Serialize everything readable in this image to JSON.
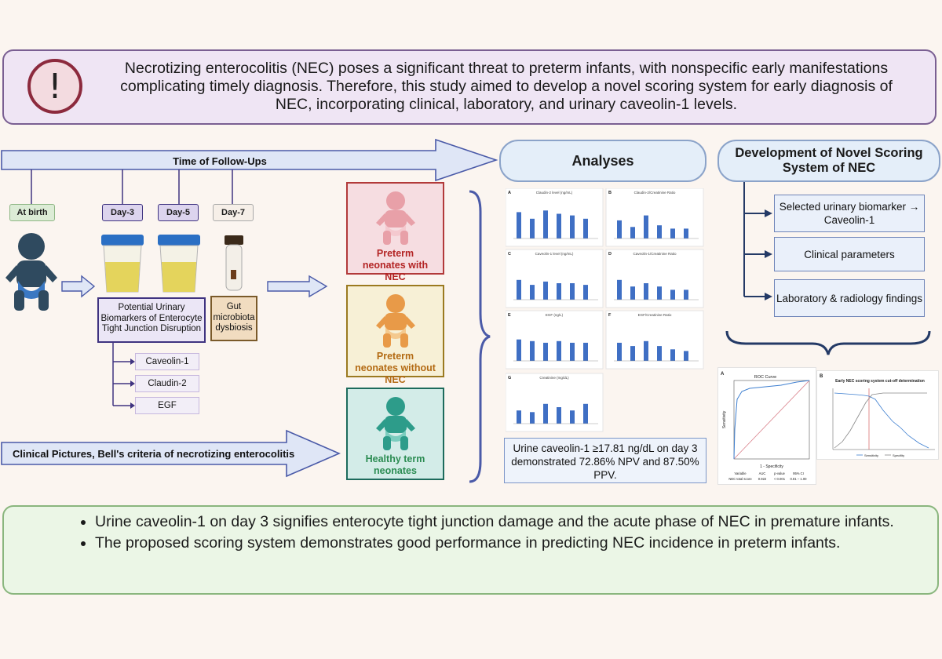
{
  "intro": {
    "icon": "exclamation-icon",
    "text": "Necrotizing enterocolitis (NEC) poses a significant threat to preterm infants, with nonspecific early manifestations complicating timely diagnosis. Therefore, this study aimed to develop a novel scoring system for early diagnosis of NEC, incorporating clinical, laboratory, and urinary caveolin-1 levels."
  },
  "timeline": {
    "arrow_label": "Time of Follow-Ups",
    "points": [
      "At birth",
      "Day-3",
      "Day-5",
      "Day-7"
    ]
  },
  "biomarkers": {
    "box_label": "Potential Urinary Biomarkers of Enterocyte Tight Junction Disruption",
    "items": [
      "Caveolin-1",
      "Claudin-2",
      "EGF"
    ]
  },
  "gut": {
    "label": "Gut microbiota dysbiosis"
  },
  "clinical_arrow": {
    "label": "Clinical Pictures, Bell's criteria of necrotizing enterocolitis"
  },
  "groups": [
    {
      "label": "Preterm neonates with NEC",
      "color": "#e8a0a8"
    },
    {
      "label": "Preterm neonates without NEC",
      "color": "#e89a48"
    },
    {
      "label": "Healthy term neonates",
      "color": "#2d9c8a"
    }
  ],
  "analyses": {
    "title": "Analyses",
    "result": "Urine caveolin-1 ≥17.81 ng/dL on day 3 demonstrated 72.86% NPV and 87.50% PPV.",
    "panels": [
      {
        "letter": "A",
        "title": "Claudin-2 level (ng/mL)"
      },
      {
        "letter": "B",
        "title": "Claudin-2/Creatinine Ratio"
      },
      {
        "letter": "C",
        "title": "Caveolin-1 level (ng/mL)"
      },
      {
        "letter": "D",
        "title": "Caveolin-1/Creatinine Ratio"
      },
      {
        "letter": "E",
        "title": "EGF (ng/L)"
      },
      {
        "letter": "F",
        "title": "EGF/Creatinine Ratio"
      },
      {
        "letter": "G",
        "title": "Creatinine (mg/dL)"
      }
    ]
  },
  "scoring": {
    "title": "Development of Novel Scoring System of NEC",
    "items": [
      "Selected urinary biomarker → Caveolin-1",
      "Clinical parameters",
      "Laboratory & radiology findings"
    ]
  },
  "roc": {
    "letter": "A",
    "title": "ROC Curve",
    "xlabel": "1 - Specificity",
    "ylabel": "Sensitivity",
    "table_headers": [
      "Variable",
      "AUC",
      "p-value",
      "95% CI"
    ],
    "table_row": [
      "NEC total score",
      "0.922",
      "< 0.001",
      "0.81 – 1.00"
    ]
  },
  "cutoff": {
    "letter": "B",
    "title": "Early NEC scoring system cut-off determination",
    "legend": [
      "Sensitivity",
      "Specifity"
    ]
  },
  "conclusions": [
    "Urine caveolin-1 on day 3 signifies enterocyte tight junction damage and the acute phase of NEC in premature infants.",
    "The proposed scoring system demonstrates good performance in predicting NEC incidence in preterm infants."
  ]
}
